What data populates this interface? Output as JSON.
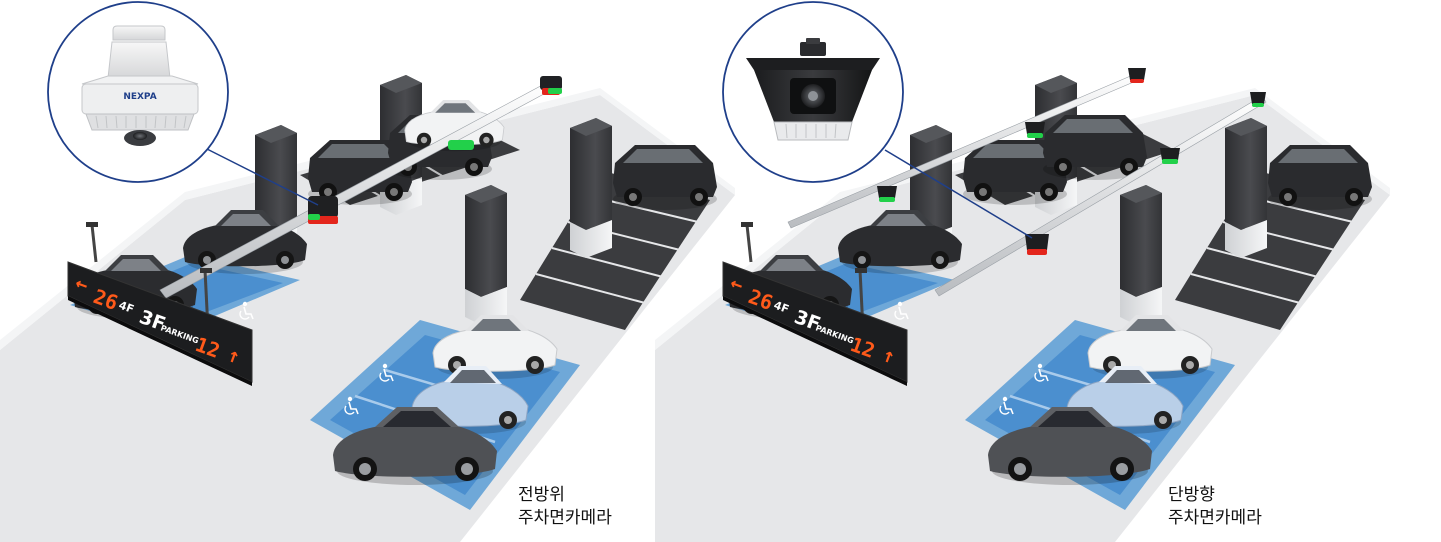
{
  "brand": "NEXPA",
  "panels": [
    {
      "camera_type": "omni",
      "caption_line1": "전방위",
      "caption_line2": "주차면카메라",
      "sign": {
        "arrow_left": "←",
        "count_left": "26",
        "floor_left": "4F",
        "floor_center": "3F",
        "parking_label": "PARKING",
        "count_right": "12",
        "arrow_up": "↑"
      }
    },
    {
      "camera_type": "single-direction",
      "caption_line1": "단방향",
      "caption_line2": "주차면카메라",
      "sign": {
        "arrow_left": "←",
        "count_left": "26",
        "floor_left": "4F",
        "floor_center": "3F",
        "parking_label": "PARKING",
        "count_right": "12",
        "arrow_up": "↑"
      }
    }
  ],
  "colors": {
    "floor": "#e6e7e9",
    "accessible_bay": "#6fa8d8",
    "accessible_fill": "#4b8fcf",
    "parking_bay": "#3b3c3f",
    "led_text": "#ff5a1a",
    "indicator_green": "#22d04a",
    "indicator_red": "#e3261c"
  }
}
